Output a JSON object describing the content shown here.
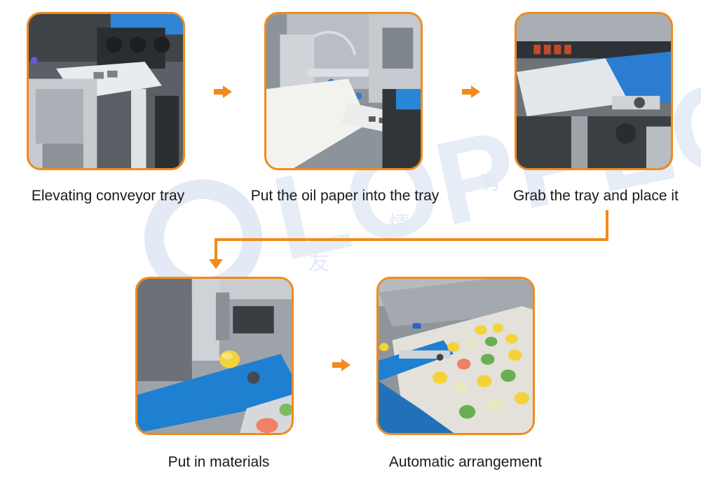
{
  "steps": [
    {
      "label": "Elevating conveyor tray"
    },
    {
      "label": "Put the oil paper into the tray"
    },
    {
      "label": "Grab the tray and place it"
    },
    {
      "label": "Put in materials"
    },
    {
      "label": "Automatic arrangement"
    }
  ],
  "colors": {
    "accent": "#f28a1c",
    "conveyor_blue": "#1f7fd1",
    "steel": "#b9bec4",
    "watermark": "#dfe7f3"
  },
  "watermark": {
    "brand": "LOPPEC",
    "chars": [
      "友",
      "情",
      "有"
    ]
  }
}
